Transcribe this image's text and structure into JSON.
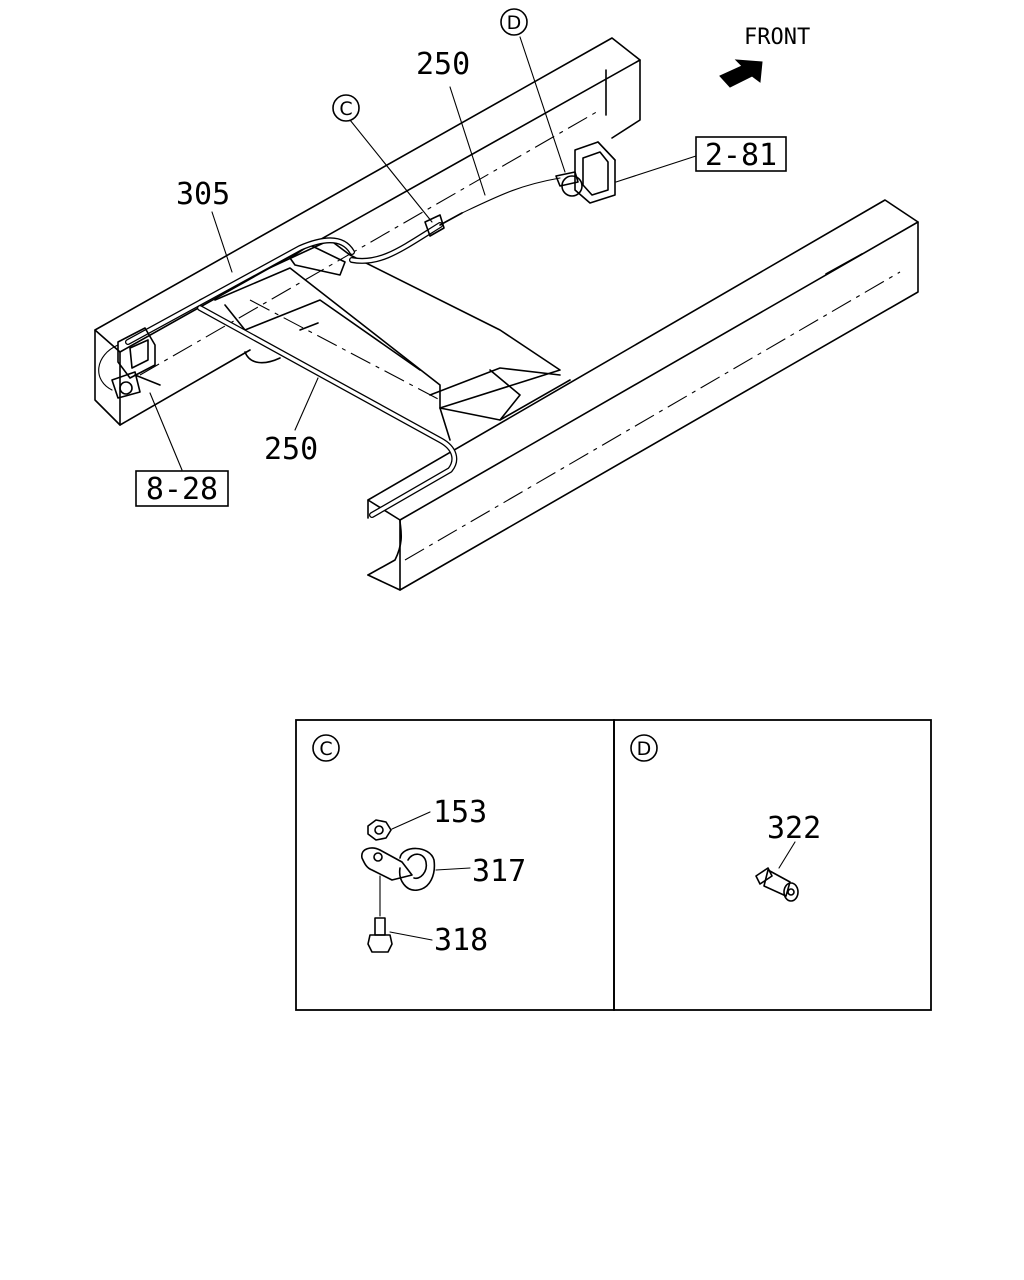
{
  "direction": {
    "label": "FRONT"
  },
  "callouts": {
    "c": "C",
    "d": "D"
  },
  "part_numbers": {
    "p250_top": "250",
    "p250_bottom": "250",
    "p305": "305",
    "p153": "153",
    "p317": "317",
    "p318": "318",
    "p322": "322"
  },
  "references": {
    "r_2_81": "2-81",
    "r_8_28": "8-28"
  },
  "detail_panels": {
    "c_label": "C",
    "d_label": "D"
  }
}
